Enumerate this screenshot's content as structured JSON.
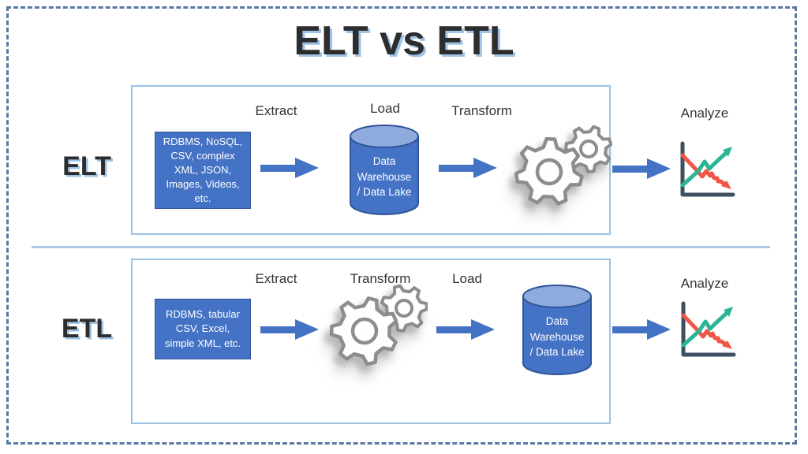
{
  "title": "ELT vs ETL",
  "rows": [
    {
      "label": "ELT",
      "source_text": "RDBMS, NoSQL,\nCSV, complex\nXML, JSON,\nImages, Videos,\netc.",
      "step1": "Extract",
      "step2": "Load",
      "step3": "Transform",
      "warehouse_text": "Data\nWarehouse\n/ Data Lake",
      "analyze_label": "Analyze"
    },
    {
      "label": "ETL",
      "source_text": "RDBMS, tabular\nCSV, Excel,\nsimple XML, etc.",
      "step1": "Extract",
      "step2": "Transform",
      "step3": "Load",
      "warehouse_text": "Data\nWarehouse\n/ Data Lake",
      "analyze_label": "Analyze"
    }
  ],
  "icons": {
    "arrow": "flow-arrow-icon",
    "database": "database-cylinder-icon",
    "gears": "gears-icon",
    "chart": "line-chart-icon"
  },
  "colors": {
    "box_blue": "#4472C4",
    "box_border": "#2F5597",
    "cylinder_top": "#8FAADC",
    "arrow_blue": "#4472C4",
    "container_border": "#9DC3E6",
    "divider": "#AAC7E7",
    "outer_dashed_border": "#5878A3",
    "title_text": "#2D2D2D",
    "title_shadow": "#9DC3E6",
    "gear_gray": "#8D8D8D",
    "chart_axes": "#3E4F61",
    "chart_teal": "#2AB695",
    "chart_red": "#F05546"
  }
}
